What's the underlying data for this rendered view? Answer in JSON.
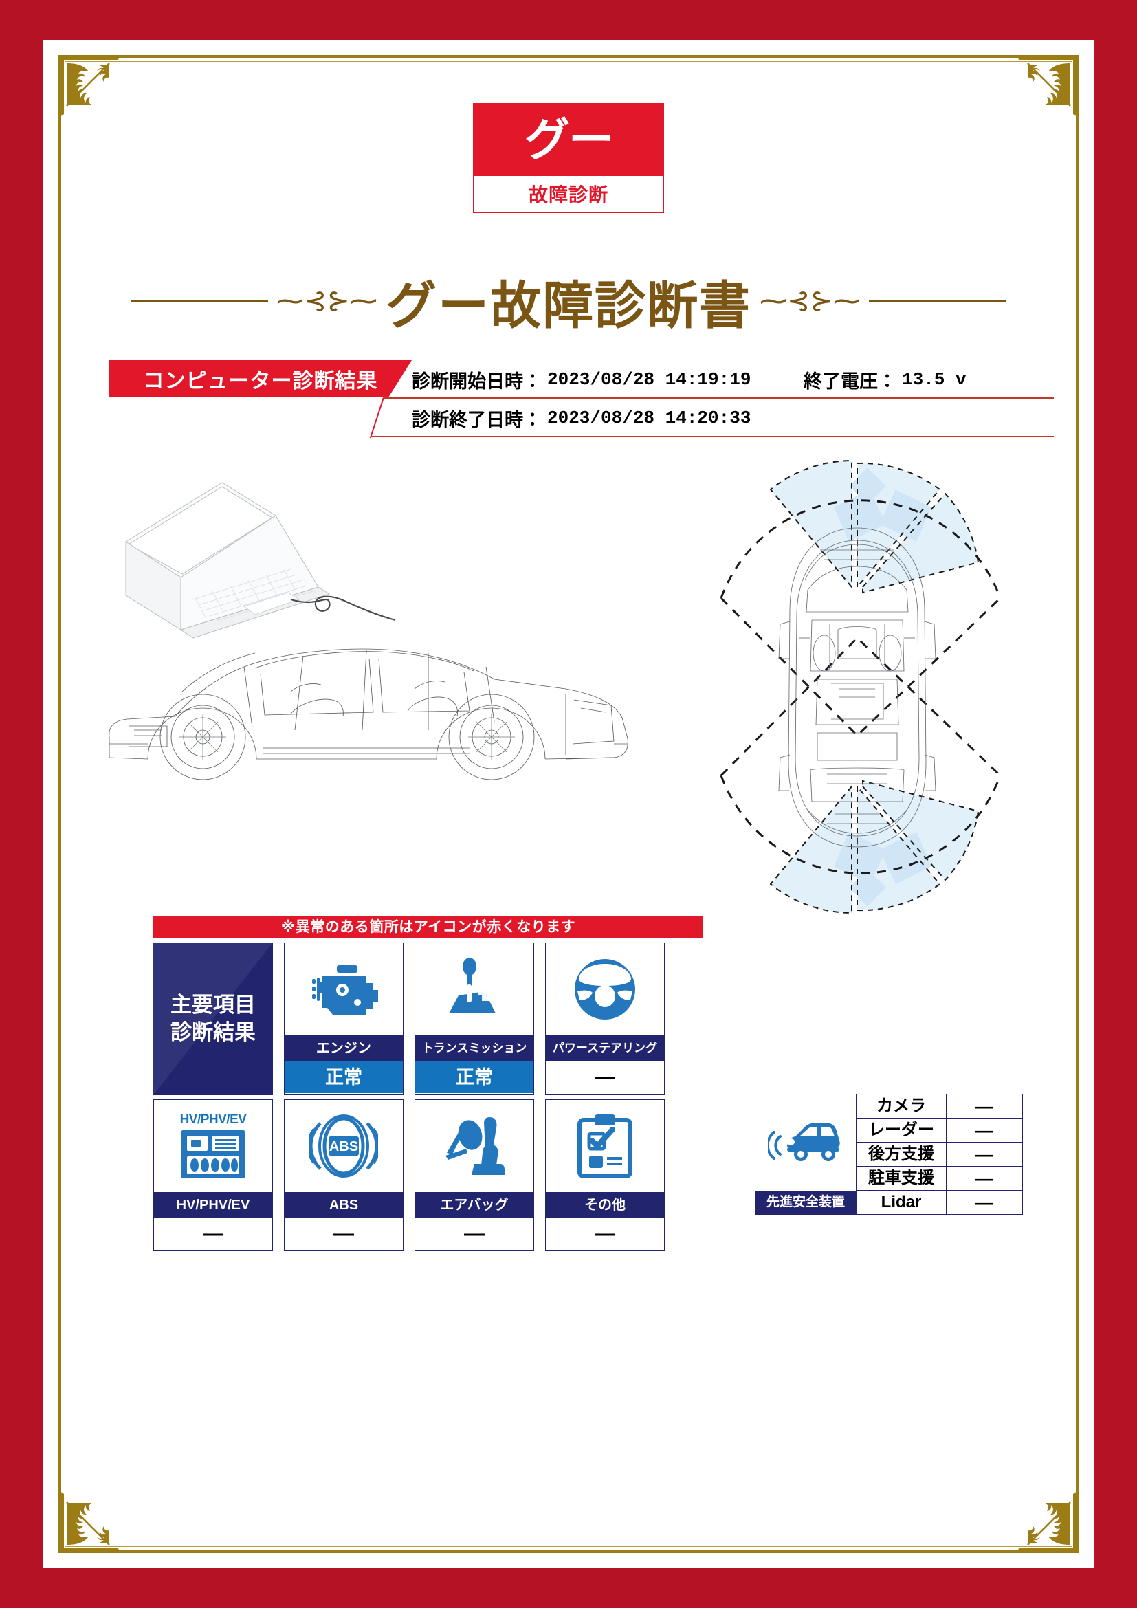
{
  "document": {
    "logo": {
      "mark": "グー",
      "sub": "故障診断"
    },
    "title": "グー故障診断書",
    "ornament_left": "⁓⊰⊱⁓",
    "ornament_right": "⁓⊰⊱⁓"
  },
  "info": {
    "ribbon_label": "コンピューター診断結果",
    "start_label": "診断開始日時：",
    "start_value": "2023/08/28 14:19:19",
    "end_label": "診断終了日時：",
    "end_value": "2023/08/28 14:20:33",
    "voltage_label": "終了電圧：",
    "voltage_value": "13.5 v"
  },
  "main_section": {
    "notice": "※異常のある箇所はアイコンが赤くなります",
    "panel_label_line1": "主要項目",
    "panel_label_line2": "診断結果",
    "items": [
      {
        "icon": "engine-icon",
        "name": "エンジン",
        "status": "正常",
        "state": "ok"
      },
      {
        "icon": "transmission-icon",
        "name": "トランスミッション",
        "status": "正常",
        "state": "ok"
      },
      {
        "icon": "power-steering-icon",
        "name": "パワーステアリング",
        "status": "—",
        "state": "na"
      },
      {
        "icon": "hv-battery-icon",
        "name": "HV/PHV/EV",
        "status": "—",
        "state": "na",
        "icon_caption": "HV/PHV/EV"
      },
      {
        "icon": "abs-icon",
        "name": "ABS",
        "status": "—",
        "state": "na"
      },
      {
        "icon": "airbag-icon",
        "name": "エアバッグ",
        "status": "—",
        "state": "na"
      },
      {
        "icon": "clipboard-check-icon",
        "name": "その他",
        "status": "—",
        "state": "na"
      }
    ]
  },
  "safety_section": {
    "caption": "先進安全装置",
    "icon": "car-sensor-icon",
    "rows": [
      {
        "name": "カメラ",
        "value": "—"
      },
      {
        "name": "レーダー",
        "value": "—"
      },
      {
        "name": "後方支援",
        "value": "—"
      },
      {
        "name": "駐車支援",
        "value": "—"
      },
      {
        "name": "Lidar",
        "value": "—"
      }
    ]
  },
  "illustration": {
    "laptop": "wireframe-laptop",
    "car_side": "wireframe-car-side-view",
    "car_top": "wireframe-car-top-view",
    "cable": "diagnostic-cable"
  },
  "colors": {
    "border_red": "#b51225",
    "accent_red": "#e2172a",
    "navy": "#22246e",
    "blue": "#1473bd",
    "gold": "#9c7c15",
    "title_brown": "#7a5514",
    "sensor_blue": "#dceef9"
  }
}
